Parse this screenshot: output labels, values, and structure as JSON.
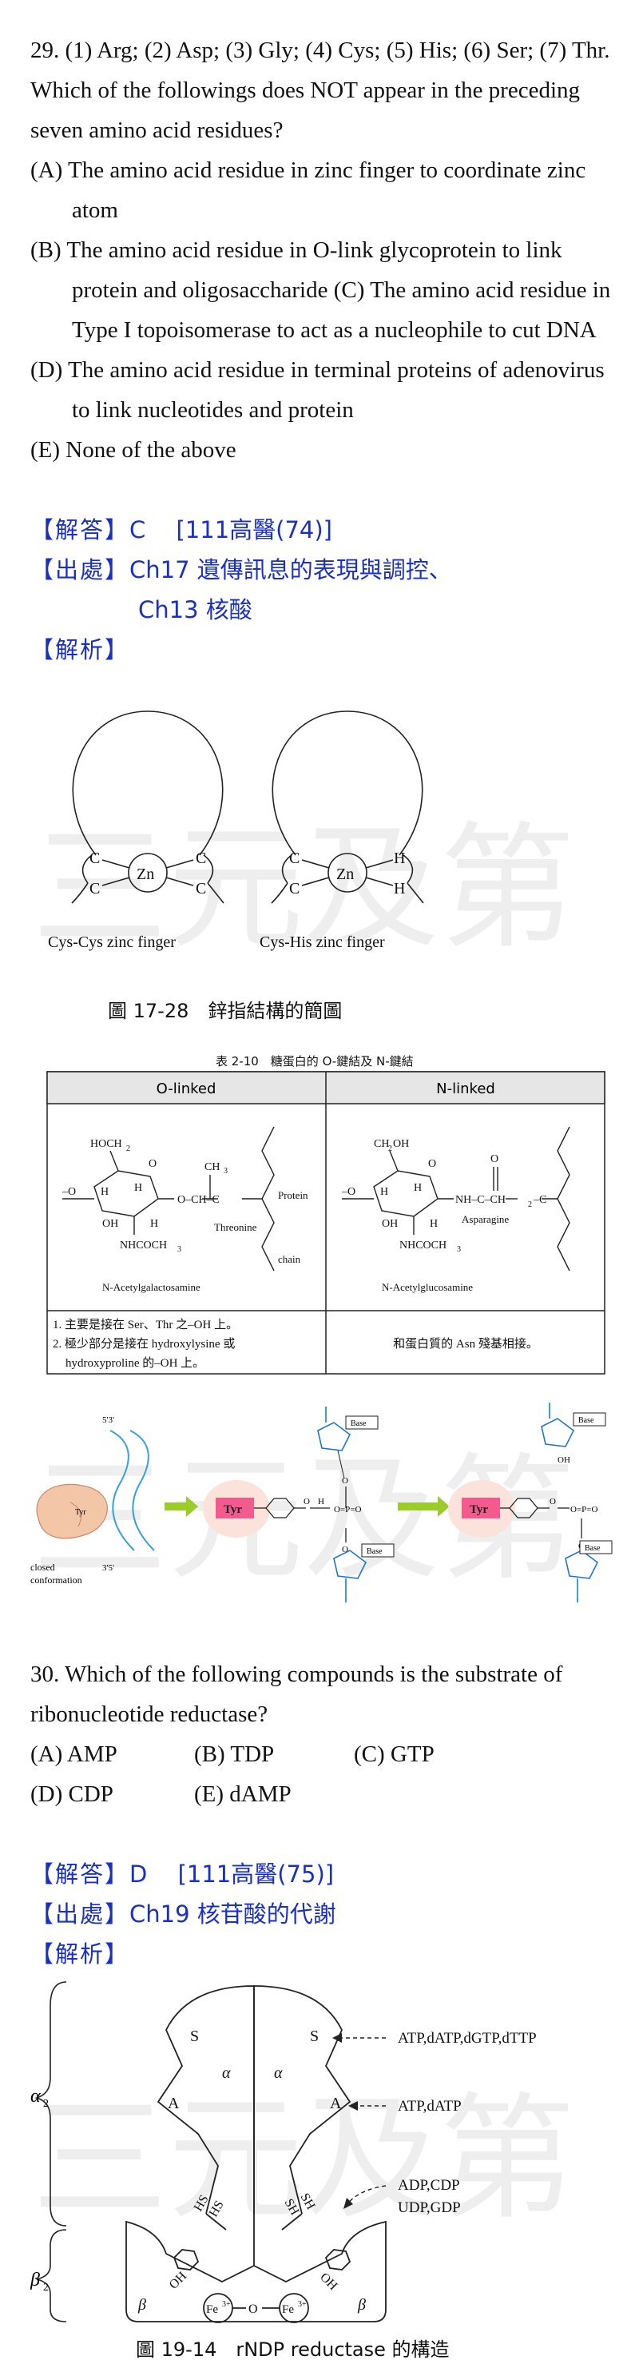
{
  "q29": {
    "stem": "29. (1) Arg; (2) Asp; (3) Gly; (4) Cys; (5) His; (6) Ser; (7) Thr. Which of the followings does NOT appear in the preceding seven amino acid residues?",
    "opt_a": "(A) The amino acid residue in zinc finger to coordinate zinc atom",
    "opt_b": "(B) The amino acid residue in O-link glycoprotein to link protein and oligosaccharide (C) The amino acid residue in Type I topoisomerase to act as a nucleophile to cut DNA",
    "opt_d": "(D) The amino acid residue in terminal proteins of adenovirus to link nucleotides and protein",
    "opt_e": "(E) None of the above",
    "answer_tag": "【解答】",
    "answer": "C　 [111高醫(74)]",
    "source_tag": "【出處】",
    "source_line1": "Ch17 遺傳訊息的表現與調控、",
    "source_line2": "Ch13 核酸",
    "analysis_tag": "【解析】"
  },
  "zinc_fig": {
    "label_c": "C",
    "label_h": "H",
    "label_zn": "Zn",
    "left_caption": "Cys-Cys zinc finger",
    "right_caption": "Cys-His zinc finger",
    "figure_caption": "圖 17-28　鋅指結構的簡圖"
  },
  "table_fig": {
    "title": "表 2-10　糖蛋白的 O-鍵結及 N-鍵結",
    "col1": "O-linked",
    "col2": "N-linked",
    "o_hoch2": "HOCH",
    "o_ch3": "CH",
    "o_threonine": "Threonine",
    "o_protein": "Protein",
    "o_chain": "chain",
    "o_nhcoch3": "NHCOCH",
    "o_sugar": "N-Acetylgalactosamine",
    "n_ch2oh": "CH",
    "n_asparagine": "Asparagine",
    "n_nhcoch3": "NHCOCH",
    "n_sugar": "N-Acetylglucosamine",
    "o_note1": "1. 主要是接在 Ser、Thr 之–OH 上。",
    "o_note2a": "2. 極少部分是接在 hydroxylysine 或",
    "o_note2b": "hydroxyproline 的–OH 上。",
    "n_note": "和蛋白質的 Asn 殘基相接。"
  },
  "topo_fig": {
    "tyr": "Tyr",
    "base": "Base",
    "closed": "closed",
    "conformation": "conformation",
    "p53": "5'3'",
    "p35": "3'5'"
  },
  "q30": {
    "stem": "30. Which of the following compounds is the substrate of ribonucleotide reductase?",
    "opt_a": "(A) AMP",
    "opt_b": "(B) TDP",
    "opt_c": "(C) GTP",
    "opt_d": "(D) CDP",
    "opt_e": "(E) dAMP",
    "answer_tag": "【解答】",
    "answer": "D　 [111高醫(75)]",
    "source_tag": "【出處】",
    "source_line1": "Ch19 核苷酸的代謝",
    "analysis_tag": "【解析】"
  },
  "rndp_fig": {
    "alpha2": "α",
    "beta2": "β",
    "alpha": "α",
    "beta": "β",
    "s_label": "S",
    "a_label": "A",
    "effector_s": "ATP,dATP,dGTP,dTTP",
    "effector_a": "ATP,dATP",
    "substrates_1": "ADP,CDP",
    "substrates_2": "UDP,GDP",
    "fe": "Fe",
    "o_label": "O",
    "figure_caption": "圖 19-14　rNDP reductase 的構造"
  },
  "watermark": {
    "text": "三元及第"
  }
}
